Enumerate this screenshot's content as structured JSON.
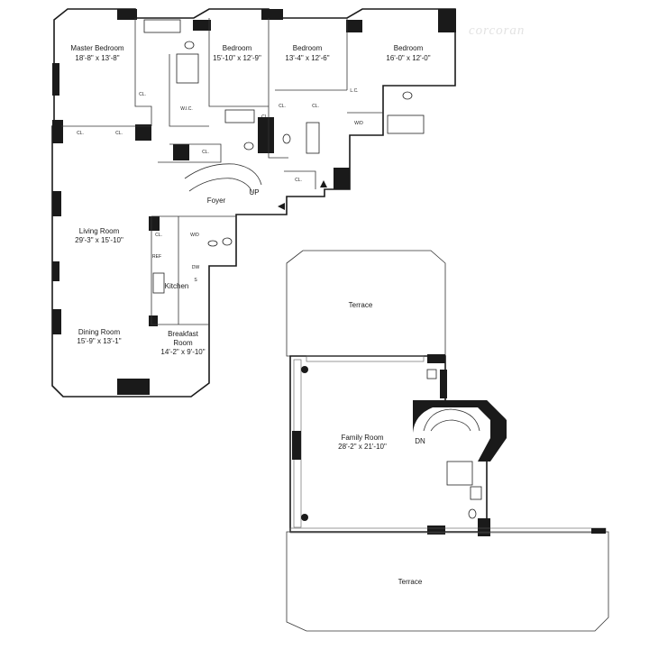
{
  "watermark": "corcoran",
  "rooms": {
    "master_bedroom": {
      "name": "Master Bedroom",
      "dims": "18'-8\" x 13'-8\""
    },
    "bedroom_2": {
      "name": "Bedroom",
      "dims": "15'-10\" x 12'-9\""
    },
    "bedroom_3": {
      "name": "Bedroom",
      "dims": "13'-4\" x 12'-6\""
    },
    "bedroom_4": {
      "name": "Bedroom",
      "dims": "16'-0\" x 12'-0\""
    },
    "foyer": {
      "name": "Foyer"
    },
    "living_room": {
      "name": "Living Room",
      "dims": "29'-3\" x 15'-10\""
    },
    "kitchen": {
      "name": "Kitchen"
    },
    "dining_room": {
      "name": "Dining Room",
      "dims": "15'-9\" x 13'-1\""
    },
    "breakfast_room": {
      "name": "Breakfast",
      "name2": "Room",
      "dims": "14'-2\" x 9'-10\""
    },
    "terrace_upper": {
      "name": "Terrace"
    },
    "family_room": {
      "name": "Family Room",
      "dims": "28'-2\" x 21'-10\""
    },
    "terrace_lower": {
      "name": "Terrace"
    }
  },
  "closets": {
    "cl": "CL.",
    "wic": "W.I.C.",
    "lc": "L.C.",
    "wd": "W/D",
    "ref": "REF",
    "dw": "DW",
    "s": "S"
  },
  "stairs": {
    "up": "UP",
    "dn": "DN"
  }
}
